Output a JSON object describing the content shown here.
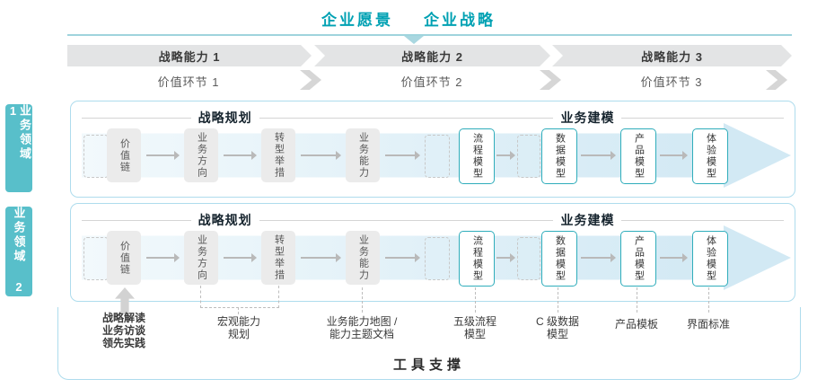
{
  "header": {
    "vision": "企业愿景",
    "strategy": "企业战略"
  },
  "capability_bands": [
    {
      "label": "战略能力 1"
    },
    {
      "label": "战略能力 2"
    },
    {
      "label": "战略能力 3"
    }
  ],
  "value_links": [
    {
      "label": "价值环节 1"
    },
    {
      "label": "价值环节 2"
    },
    {
      "label": "价值环节 3"
    }
  ],
  "domains": [
    {
      "label": "业务领域 1"
    },
    {
      "label": "业务领域 2"
    }
  ],
  "lane_sections": {
    "planning": "战略规划",
    "modeling": "业务建模"
  },
  "flow_boxes": [
    {
      "label": "价值链",
      "style": "gray"
    },
    {
      "label": "业务方向",
      "style": "gray"
    },
    {
      "label": "转型举措",
      "style": "gray"
    },
    {
      "label": "业务能力",
      "style": "gray"
    },
    {
      "label": "流程模型",
      "style": "teal"
    },
    {
      "label": "数据模型",
      "style": "teal"
    },
    {
      "label": "产品模型",
      "style": "teal"
    },
    {
      "label": "体验模型",
      "style": "teal"
    }
  ],
  "annotations": [
    {
      "lines": [
        "战略解读",
        "业务访谈",
        "领先实践"
      ]
    },
    {
      "lines": [
        "宏观能力",
        "规划"
      ]
    },
    {
      "lines": [
        "业务能力地图 /",
        "能力主题文档"
      ]
    },
    {
      "lines": [
        "五级流程",
        "模型"
      ]
    },
    {
      "lines": [
        "C 级数据",
        "模型"
      ]
    },
    {
      "lines": [
        "产品模板"
      ]
    },
    {
      "lines": [
        "界面标准"
      ]
    }
  ],
  "footer": {
    "tool_support": "工具支撑"
  },
  "colors": {
    "accent_teal": "#00a1b3",
    "domain_bg": "#58bfca",
    "lane_border": "#aedced",
    "teal_box_border": "#2fadbb",
    "gray_box_bg": "#ebebeb",
    "band_bg": "#e3e4e5",
    "arrow_fill": "#d2e9f4"
  }
}
